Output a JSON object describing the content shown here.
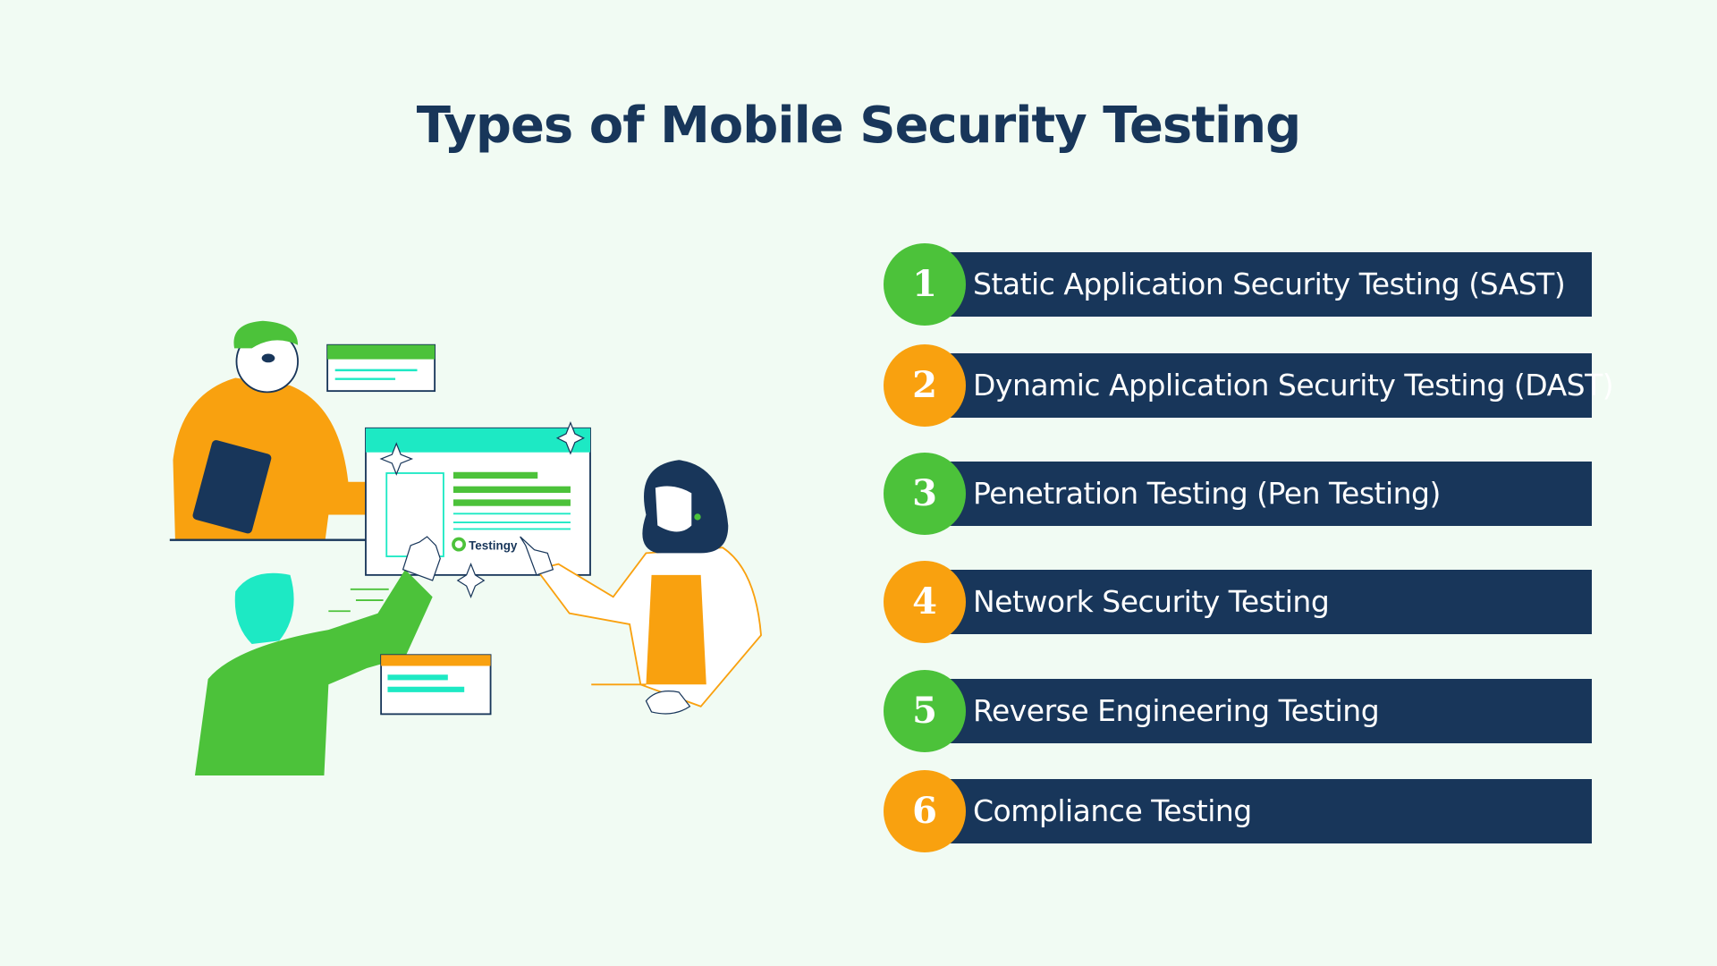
{
  "title": "Types of Mobile Security Testing",
  "colors": {
    "navy": "#18365a",
    "green": "#4cc23a",
    "orange": "#f9a10f",
    "teal": "#1de9c4",
    "background": "#f1fbf3"
  },
  "items": [
    {
      "number": "1",
      "label": "Static Application Security Testing (SAST)",
      "color": "#4cc23a"
    },
    {
      "number": "2",
      "label": "Dynamic Application Security Testing (DAST)",
      "color": "#f9a10f"
    },
    {
      "number": "3",
      "label": "Penetration Testing (Pen Testing)",
      "color": "#4cc23a"
    },
    {
      "number": "4",
      "label": "Network Security Testing",
      "color": "#f9a10f"
    },
    {
      "number": "5",
      "label": "Reverse Engineering Testing",
      "color": "#4cc23a"
    },
    {
      "number": "6",
      "label": "Compliance Testing",
      "color": "#f9a10f"
    }
  ],
  "illustration": {
    "brand": "Testingy"
  }
}
